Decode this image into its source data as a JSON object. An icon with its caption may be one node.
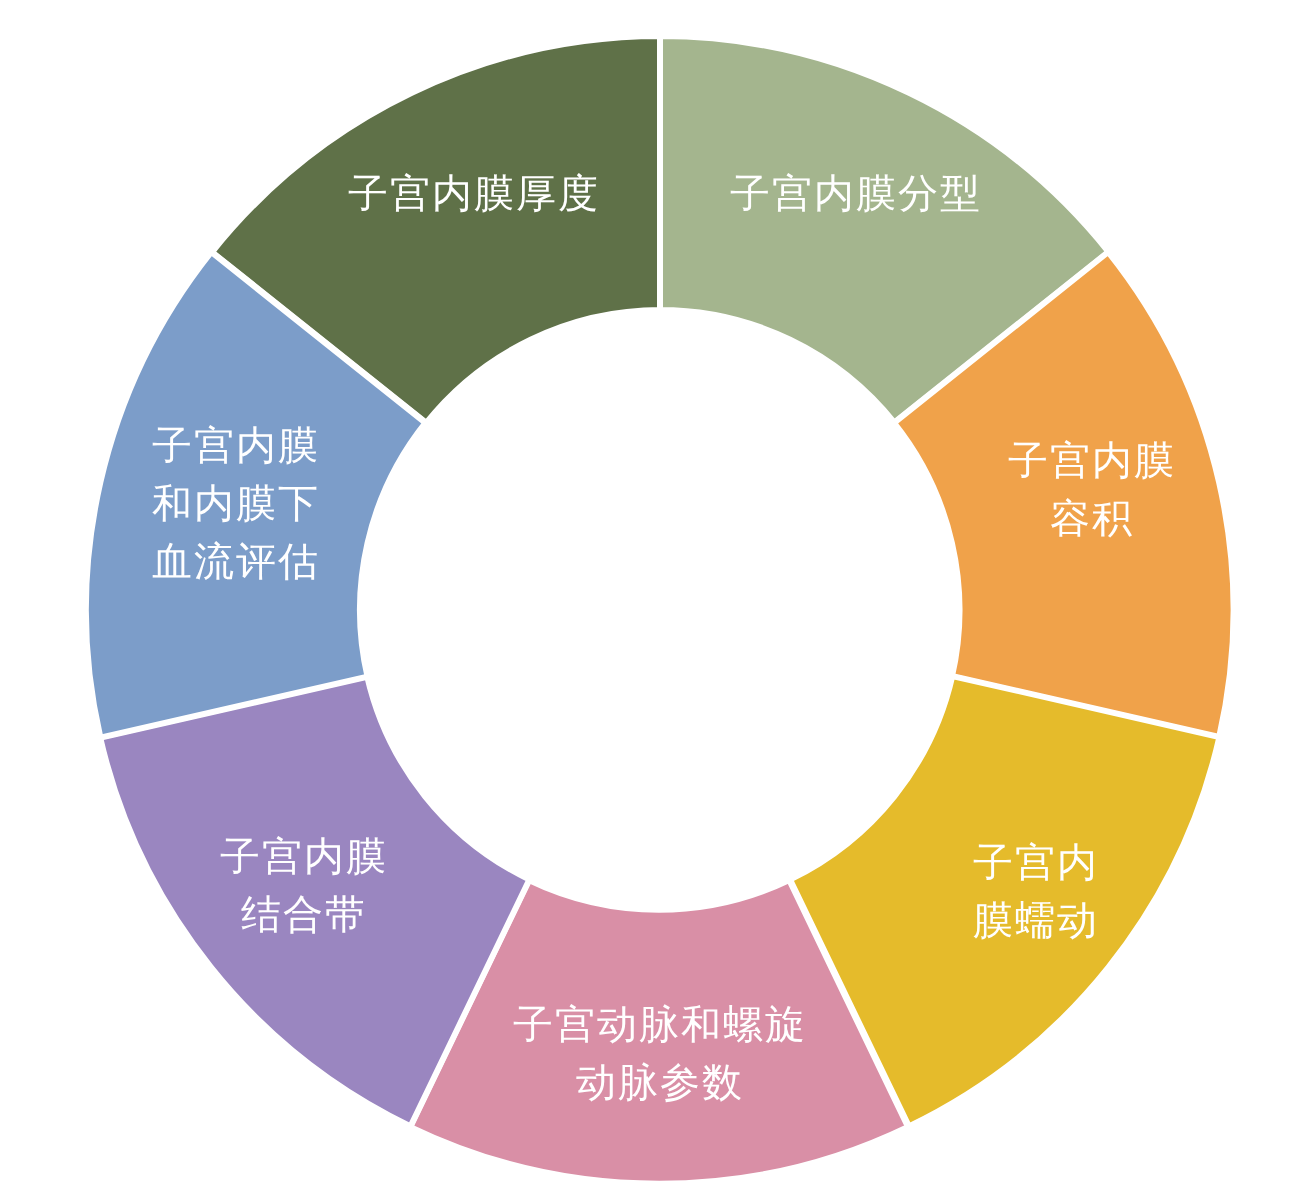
{
  "diagram": {
    "nodes": [
      {
        "text": [
          "子宫内膜厚度"
        ]
      },
      {
        "text": [
          "子宫内膜分型"
        ]
      },
      {
        "text": [
          "子宫内膜容积"
        ]
      },
      {
        "text": [
          "子宫内膜蠕动"
        ]
      },
      {
        "text": [
          "子宫动脉和螺旋动脉参数"
        ]
      },
      {
        "text": [
          "子宫内膜结合带"
        ]
      },
      {
        "text": [
          "子宫内膜和内膜下血流评估"
        ]
      }
    ]
  }
}
